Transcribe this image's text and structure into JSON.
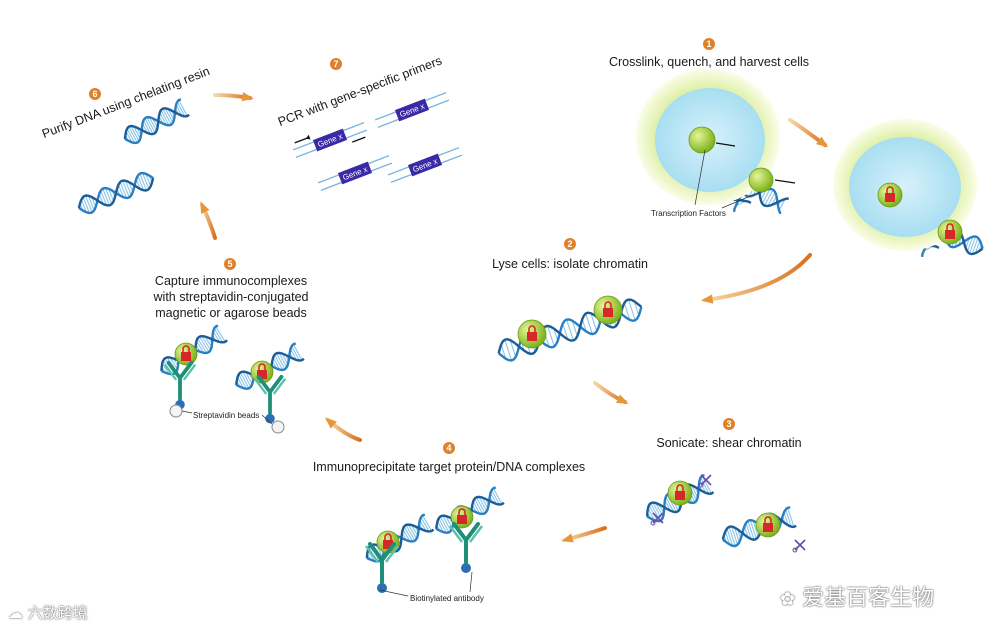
{
  "steps": {
    "s1": {
      "num": "1",
      "label": "Crosslink, quench, and harvest cells"
    },
    "s2": {
      "num": "2",
      "label": "Lyse cells:  isolate chromatin"
    },
    "s3": {
      "num": "3",
      "label": "Sonicate: shear chromatin"
    },
    "s4": {
      "num": "4",
      "label": "Immunoprecipitate target protein/DNA complexes"
    },
    "s5": {
      "num": "5",
      "label_lines": [
        "Capture immunocomplexes",
        "with streptavidin-conjugated",
        "magnetic or agarose beads"
      ]
    },
    "s6": {
      "num": "6",
      "label": "Purify DNA using chelating resin"
    },
    "s7": {
      "num": "7",
      "label": "PCR with gene-specific primers"
    }
  },
  "callouts": {
    "transcription_factors": "Transcription Factors",
    "streptavidin_beads": "Streptavidin beads",
    "biotinylated_antibody": "Biotinylated antibody"
  },
  "gene_label": "Gene x",
  "watermarks": {
    "left": "六数跨境",
    "right": "爱基百客生物"
  },
  "colors": {
    "dna": "#2a7fc2",
    "tf": "#9ccc2c",
    "arrow": "#e8963a",
    "gene_box": "#3a2aa8",
    "lock": "#d62828"
  }
}
